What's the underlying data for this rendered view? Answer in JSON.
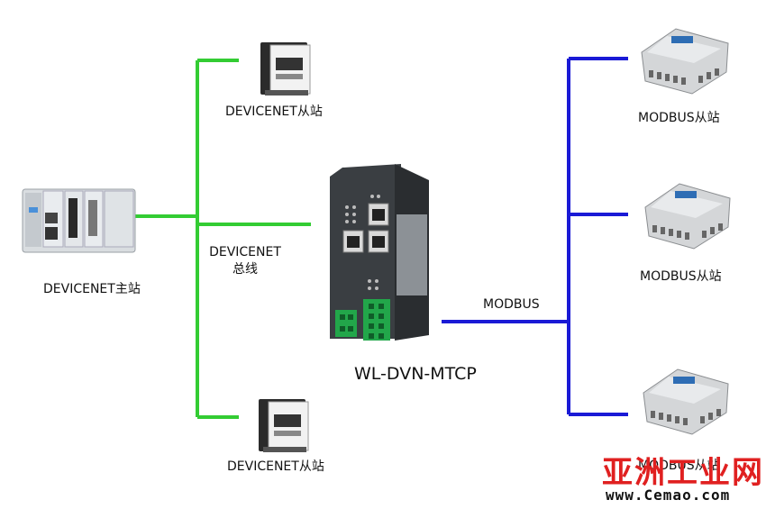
{
  "labels": {
    "master": "DEVICENET主站",
    "slave_top": "DEVICENET从站",
    "slave_bottom": "DEVICENET从站",
    "bus_line1": "DEVICENET",
    "bus_line2": "总线",
    "gateway": "WL-DVN-MTCP",
    "modbus_bus": "MODBUS",
    "modbus_slave_1": "MODBUS从站",
    "modbus_slave_2": "MODBUS从站",
    "modbus_slave_3": "MODBUS从站"
  },
  "watermark": {
    "site_cn": "亚洲工业网",
    "site_url": "www.Cemao.com"
  },
  "colors": {
    "devicenet_bus": "#33cc33",
    "modbus_bus": "#1a1ad6",
    "gateway_body": "#2e3236",
    "watermark_red": "#e02020"
  }
}
